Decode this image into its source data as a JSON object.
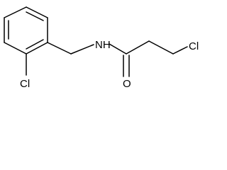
{
  "molecule": {
    "atoms": {
      "nitrogen": "NH",
      "oxygen": "O",
      "chlorine_aryl": "Cl",
      "chlorine_alkyl": "Cl"
    }
  },
  "colors": {
    "bond": "#000000",
    "label": "#000000",
    "background": "#ffffff"
  }
}
